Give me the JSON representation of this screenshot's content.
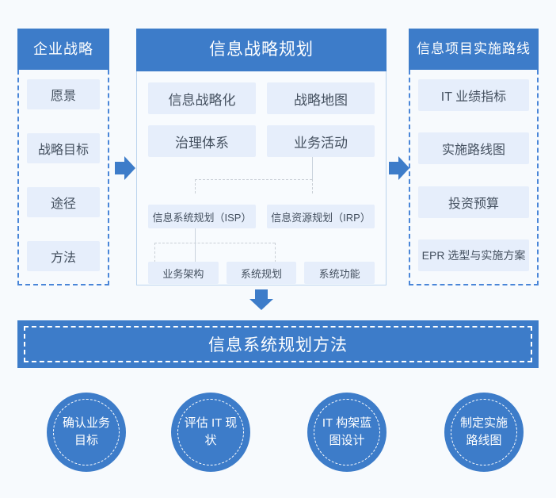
{
  "columns": {
    "left": {
      "title": "企业战略",
      "items": [
        "愿景",
        "战略目标",
        "途径",
        "方法"
      ]
    },
    "center": {
      "title": "信息战略规划",
      "top_items": [
        "信息战略化",
        "战略地图",
        "治理体系",
        "业务活动"
      ],
      "mid_items": [
        "信息系统规划（ISP）",
        "信息资源规划（IRP）"
      ],
      "bottom_items": [
        "业务架构",
        "系统规划",
        "系统功能"
      ]
    },
    "right": {
      "title": "信息项目实施路线",
      "items": [
        "IT 业绩指标",
        "实施路线图",
        "投资预算",
        "EPR 选型与实施方案"
      ]
    }
  },
  "banner": {
    "title": "信息系统规划方法"
  },
  "steps": [
    {
      "label": "确认业务目标"
    },
    {
      "label": "评估 IT 现状"
    },
    {
      "label": "IT 构架蓝图设计"
    },
    {
      "label": "制定实施路线图"
    }
  ],
  "arrows": {
    "left_to_center": "arrow-right-icon",
    "center_to_right": "arrow-right-icon",
    "center_to_banner": "arrow-down-icon"
  },
  "colors": {
    "background": "#f7fafd",
    "brand_blue": "#3d7cc9",
    "chip_fill": "#e6eefb",
    "dashed_border": "#4a86d8",
    "panel_border": "#bcd4ee",
    "connector": "#c9cfd6"
  }
}
